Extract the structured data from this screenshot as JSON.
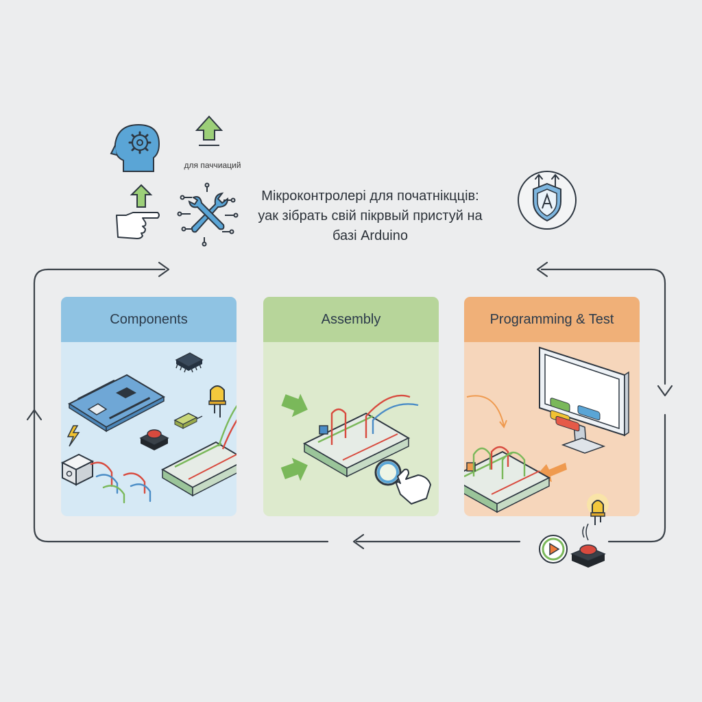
{
  "header": {
    "caption": "для паччиаций",
    "title_lines": [
      "Мікроконтролері для початнікцців:",
      "уак зібрать свій пікрвый пристуй на",
      "базі Arduino"
    ]
  },
  "panels": [
    {
      "label": "Components",
      "color": "#8fc3e3"
    },
    {
      "label": "Assembly",
      "color": "#b7d59a"
    },
    {
      "label": "Programming & Test",
      "color": "#f0b078"
    }
  ],
  "icons": {
    "top_left": [
      "head-gear-icon",
      "up-arrow-icon",
      "hand-pointing-icon",
      "tools-circuit-icon"
    ],
    "top_right": [
      "shield-a-icon"
    ],
    "bottom_right": [
      "play-button-icon",
      "led-icon",
      "push-button-icon"
    ]
  },
  "colors": {
    "background": "#ecedee",
    "outline": "#3a4148",
    "accent_blue": "#5aa5d6",
    "accent_green": "#7ab85a",
    "accent_orange": "#ef9a4f"
  }
}
